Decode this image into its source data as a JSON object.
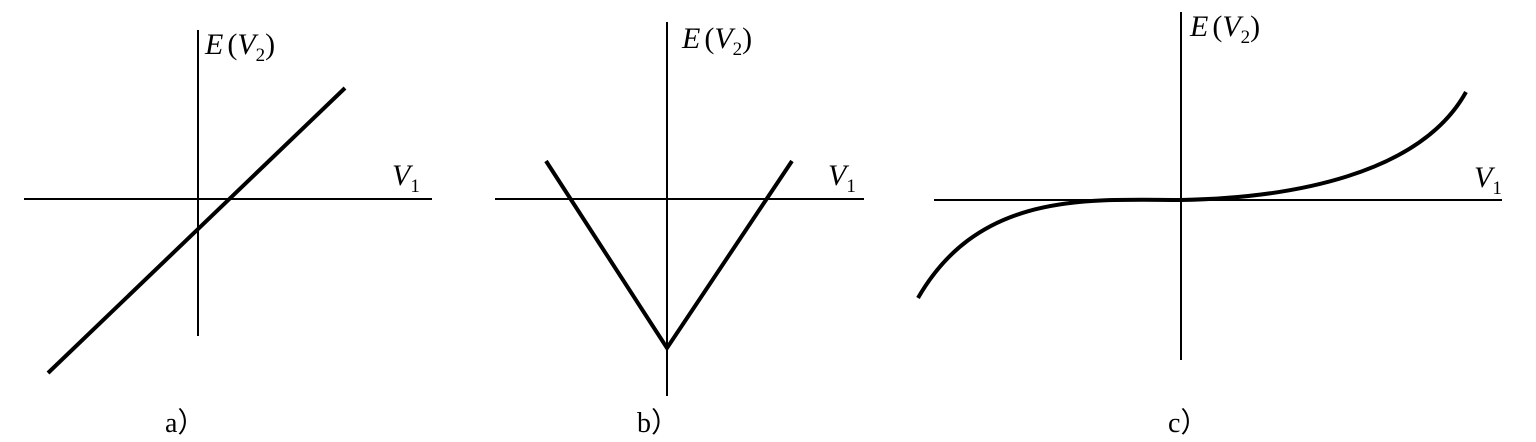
{
  "panels": [
    {
      "caption": "a）",
      "y_label": {
        "func": "E",
        "open": "(",
        "var": "V",
        "sub": "2",
        "close": ")"
      },
      "x_label": {
        "var": "V",
        "sub": "1"
      },
      "curve": "linear"
    },
    {
      "caption": "b）",
      "y_label": {
        "func": "E",
        "open": "(",
        "var": "V",
        "sub": "2",
        "close": ")"
      },
      "x_label": {
        "var": "V",
        "sub": "1"
      },
      "curve": "v-shape"
    },
    {
      "caption": "c）",
      "y_label": {
        "func": "E",
        "open": "(",
        "var": "V",
        "sub": "2",
        "close": ")"
      },
      "x_label": {
        "var": "V",
        "sub": "1"
      },
      "curve": "cubic"
    }
  ]
}
